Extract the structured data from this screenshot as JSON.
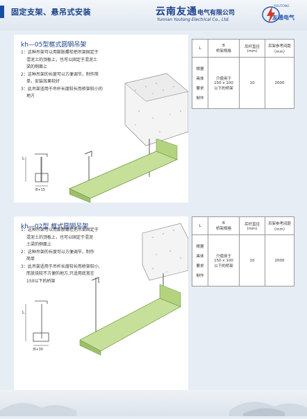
{
  "header": {
    "section_title": "固定支架、悬吊式安装",
    "company_cn": "云南友通",
    "company_cn_suffix": "电气有限公司",
    "company_en": "Yunnan Youtong Electrical Co., Ltd.",
    "logo_en": "YOUTONG",
    "logo_cn": "友通电气",
    "accent_color": "#1a4fa0"
  },
  "panel1": {
    "title": "kh—05型框式圆钢吊架",
    "desc": [
      "1：这种吊架可以用膨胀螺栓把吊架固定于",
      "混泥土的顶板上，也可以固定于混泥土",
      "梁的侧面上",
      "2：这种吊架的长度可以方便调节，制作简",
      "单，安装效果较好",
      "3：此吊架适用于吊杆长度较长而桥架较小的",
      "地方"
    ],
    "dim_l": "L",
    "dim_b": "B+15"
  },
  "panel2": {
    "title": "kh—02型 框式圆钢吊架",
    "desc": [
      "1：这种吊架可以用膨胀螺栓把吊架固定于",
      "混泥土的顶板上，也可以固定于混泥",
      "土梁的侧面上",
      "2：这种吊架的长度可以方便调节，制作",
      "简单",
      "3：此吊架适用于吊杆长度较长而桥架较小,",
      "而放烧较不方便的地方,只适用底宽在",
      "150以下的桥架"
    ],
    "dim_l": "L",
    "dim_b": "B+30"
  },
  "table": {
    "col_l": "L",
    "col_b1": "B",
    "col_b2": "桥架规格",
    "col_dia1": "吊杆直径",
    "col_dia2": "(mm)",
    "col_gap1": "吊架参考间距",
    "col_gap2": "（mm）",
    "row1": "根据",
    "row2": "具体",
    "row3": "要求",
    "row4": "制作",
    "spec1": "只使用于",
    "spec2": "150 x 100",
    "spec3": "以下的桥架",
    "dia": "10",
    "gap": "2000"
  }
}
